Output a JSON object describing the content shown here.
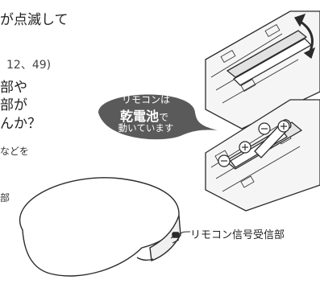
{
  "text_lines": {
    "line1": "が点滅して",
    "line2": "12、49)",
    "line3": "部や",
    "line4": "部が",
    "line5": "んか？",
    "line6": "などを",
    "line7": "部"
  },
  "bubble": {
    "line1": "リモコンは",
    "line2_bold": "乾電池",
    "line2_tail": "で",
    "line3": "動いています"
  },
  "battery_labels": {
    "minus": "⊖",
    "plus": "⊕"
  },
  "receiver_label": "リモコン信号受信部",
  "colors": {
    "bubble": "#5a5a5a",
    "line": "#2b2b2b",
    "panel_fill": "#f2f2f2"
  }
}
